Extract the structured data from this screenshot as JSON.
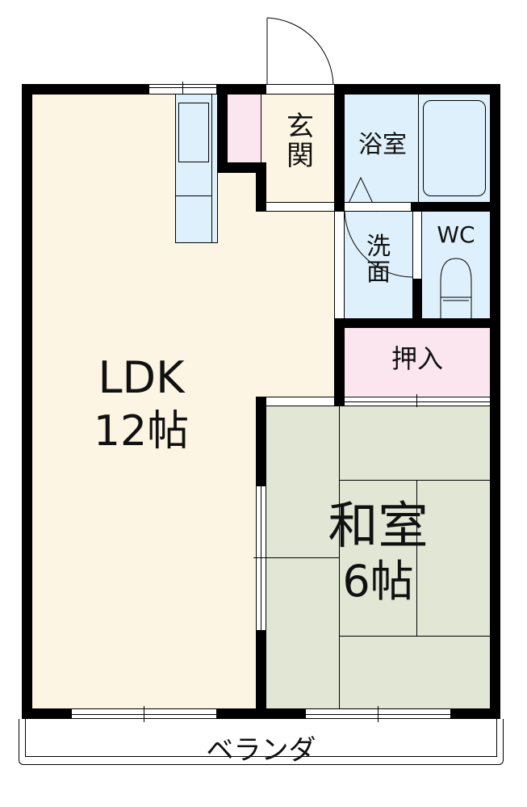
{
  "floorplan": {
    "rooms": {
      "ldk": {
        "name": "LDK",
        "size": "12帖"
      },
      "washitsu": {
        "name": "和室",
        "size": "6帖"
      },
      "genkan": {
        "name": "玄\n関"
      },
      "bathroom": {
        "name": "浴室"
      },
      "washroom": {
        "name": "洗\n面"
      },
      "toilet": {
        "name": "WC"
      },
      "closet": {
        "name": "押入"
      },
      "veranda": {
        "name": "ベランダ"
      }
    },
    "colors": {
      "ldk": "#fdf5e3",
      "wet_area": "#def0fb",
      "storage": "#fbe6ef",
      "tatami": "#e1e6d5",
      "wall": "#000000"
    }
  }
}
